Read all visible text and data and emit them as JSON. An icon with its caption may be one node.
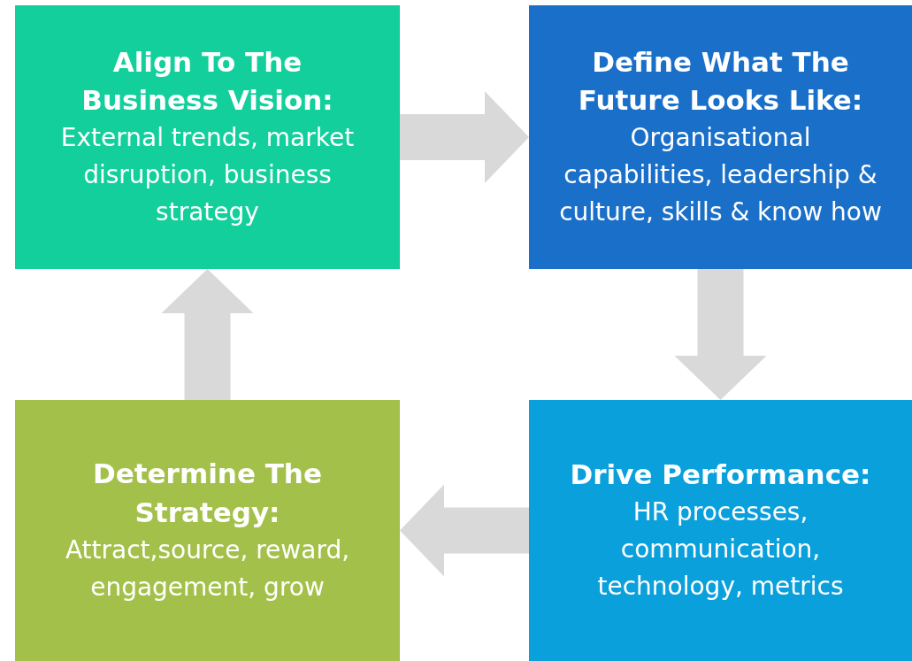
{
  "diagram": {
    "nodes": [
      {
        "text": [
          "Align To The Business Vision:",
          "External trends, market disruption, business strategy"
        ]
      },
      {
        "text": [
          "Define What The Future Looks Like:",
          "Organisational capabilities, leadership & culture, skills & know how"
        ]
      },
      {
        "text": [
          "Drive Performance:",
          "HR processes, communication, technology, metrics"
        ]
      },
      {
        "text": [
          "Determine The Strategy:",
          "Attract,source, reward, engagement, grow"
        ]
      }
    ],
    "edges": [
      {
        "from": 0,
        "to": 1,
        "arrow": "to"
      },
      {
        "from": 1,
        "to": 2,
        "arrow": "to"
      },
      {
        "from": 2,
        "to": 3,
        "arrow": "to"
      },
      {
        "from": 3,
        "to": 0,
        "arrow": "to"
      }
    ]
  }
}
